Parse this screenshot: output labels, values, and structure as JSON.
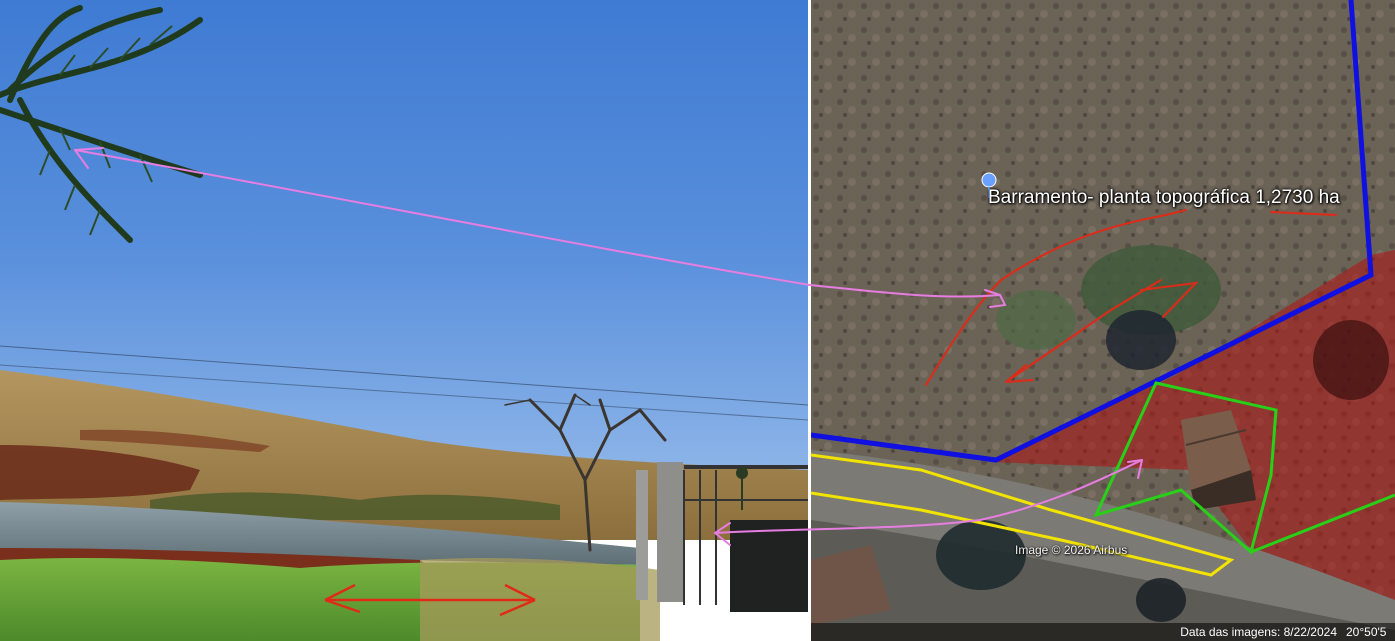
{
  "photo": {
    "description_colors": {
      "sky": "#4f86d6",
      "hill": "#a68a55",
      "grass": "#6aa33a",
      "water": "#7d8f9a"
    }
  },
  "satellite": {
    "placemark_label": "Barramento- planta topográfica 1,2730 ha",
    "attribution": "Image © 2026 Airbus",
    "imagery_date": "Data das imagens: 8/22/2024",
    "coordinates": "20°50'5"
  },
  "colors": {
    "boundary_blue": "#1010e0",
    "house_green": "#28d017",
    "road_yellow": "#f2e300",
    "flow_red": "#e02a18",
    "arrow_pink": "#e67de0",
    "area_red_fill": "#b01212",
    "placemark_pin": "#6aa0ff"
  }
}
